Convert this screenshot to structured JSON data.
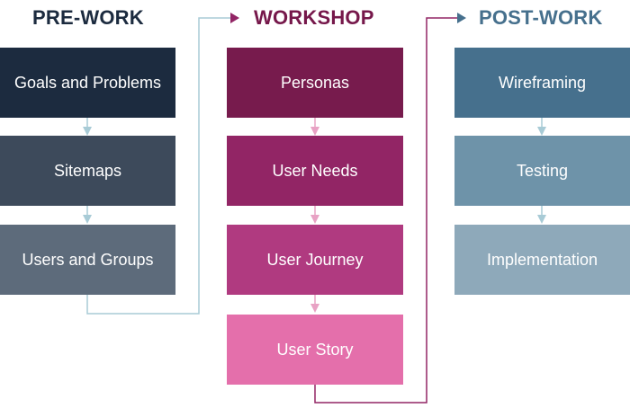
{
  "columns": [
    {
      "heading": "PRE-WORK",
      "heading_color": "#1c2b3f",
      "arrow_color": "#a8cbd6",
      "steps": [
        {
          "label": "Goals and Problems",
          "color": "#1c2b3f"
        },
        {
          "label": "Sitemaps",
          "color": "#3d4a5b"
        },
        {
          "label": "Users and Groups",
          "color": "#5d6b7b"
        }
      ]
    },
    {
      "heading": "WORKSHOP",
      "heading_color": "#76184b",
      "arrow_color": "#e8a2c4",
      "steps": [
        {
          "label": "Personas",
          "color": "#771b4d"
        },
        {
          "label": "User Needs",
          "color": "#922565"
        },
        {
          "label": "User Journey",
          "color": "#b03a80"
        },
        {
          "label": "User Story",
          "color": "#e46fab"
        }
      ]
    },
    {
      "heading": "POST-WORK",
      "heading_color": "#46708d",
      "arrow_color": "#a8cbd6",
      "steps": [
        {
          "label": "Wireframing",
          "color": "#46708d"
        },
        {
          "label": "Testing",
          "color": "#6e93a9"
        },
        {
          "label": "Implementation",
          "color": "#8ea9ba"
        }
      ]
    }
  ],
  "connector_colors": {
    "pre_to_workshop": "#a8cbd6",
    "workshop_to_post": "#922565"
  }
}
